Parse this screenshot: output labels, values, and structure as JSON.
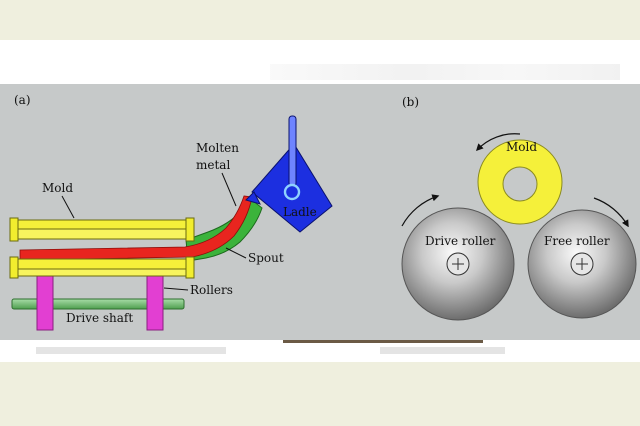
{
  "panel_a": {
    "tag": "(a)",
    "labels": {
      "molten": "Molten",
      "metal": "metal",
      "mold": "Mold",
      "ladle": "Ladle",
      "spout": "Spout",
      "rollers": "Rollers",
      "drive_shaft": "Drive shaft"
    }
  },
  "panel_b": {
    "tag": "(b)",
    "labels": {
      "mold": "Mold",
      "drive_roller": "Drive roller",
      "free_roller": "Free roller"
    }
  },
  "colors": {
    "mold": "#f5f03a",
    "molten_metal": "#e8251f",
    "ladle": "#1c2fe0",
    "spout": "#3bb33b",
    "rollers": "#e23fd2",
    "drive_shaft": "#79c479",
    "panel_background": "#c6c9c9"
  }
}
